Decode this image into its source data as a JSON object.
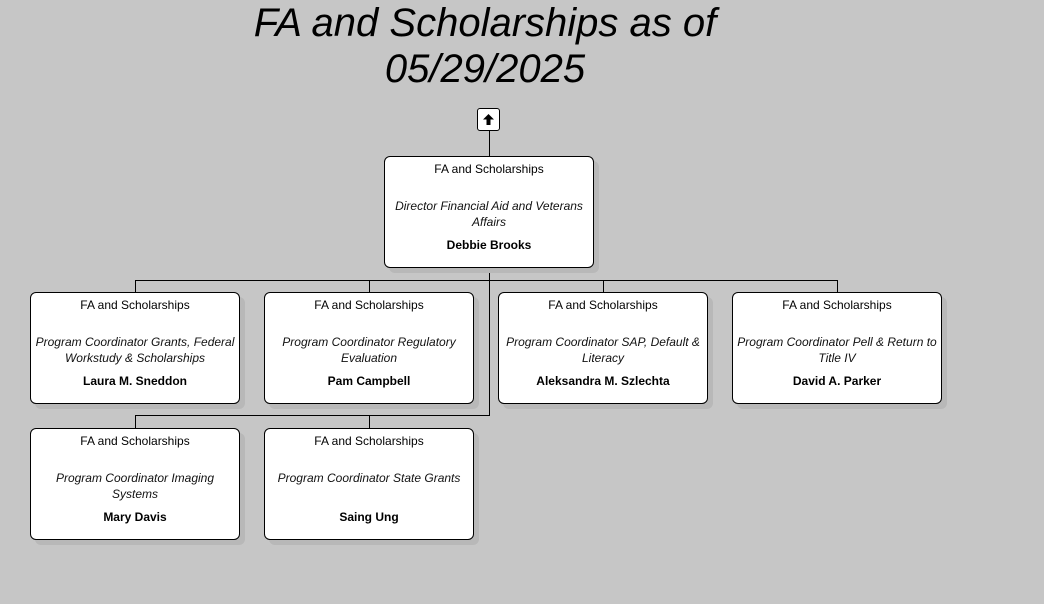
{
  "title": {
    "line1": "FA and Scholarships as of",
    "line2": "05/29/2025"
  },
  "navigation": {
    "up_button_icon": "arrow-up-icon"
  },
  "root": {
    "department": "FA and Scholarships",
    "title": "Director Financial Aid and Veterans Affairs",
    "name": "Debbie Brooks"
  },
  "reports": [
    {
      "department": "FA and Scholarships",
      "title": "Program Coordinator Grants, Federal Workstudy & Scholarships",
      "name": "Laura M. Sneddon"
    },
    {
      "department": "FA and Scholarships",
      "title": "Program Coordinator Regulatory Evaluation",
      "name": "Pam Campbell"
    },
    {
      "department": "FA and Scholarships",
      "title": "Program Coordinator SAP, Default & Literacy",
      "name": "Aleksandra M. Szlechta"
    },
    {
      "department": "FA and Scholarships",
      "title": "Program Coordinator Pell & Return to Title IV",
      "name": "David A. Parker"
    },
    {
      "department": "FA and Scholarships",
      "title": "Program Coordinator Imaging Systems",
      "name": "Mary Davis"
    },
    {
      "department": "FA and Scholarships",
      "title": "Program Coordinator State Grants",
      "name": "Saing Ung"
    }
  ],
  "colors": {
    "background": "#c6c6c6",
    "node_fill": "#ffffff",
    "node_border": "#000000",
    "shadow": "#b8b8b8",
    "connector": "#000000"
  }
}
